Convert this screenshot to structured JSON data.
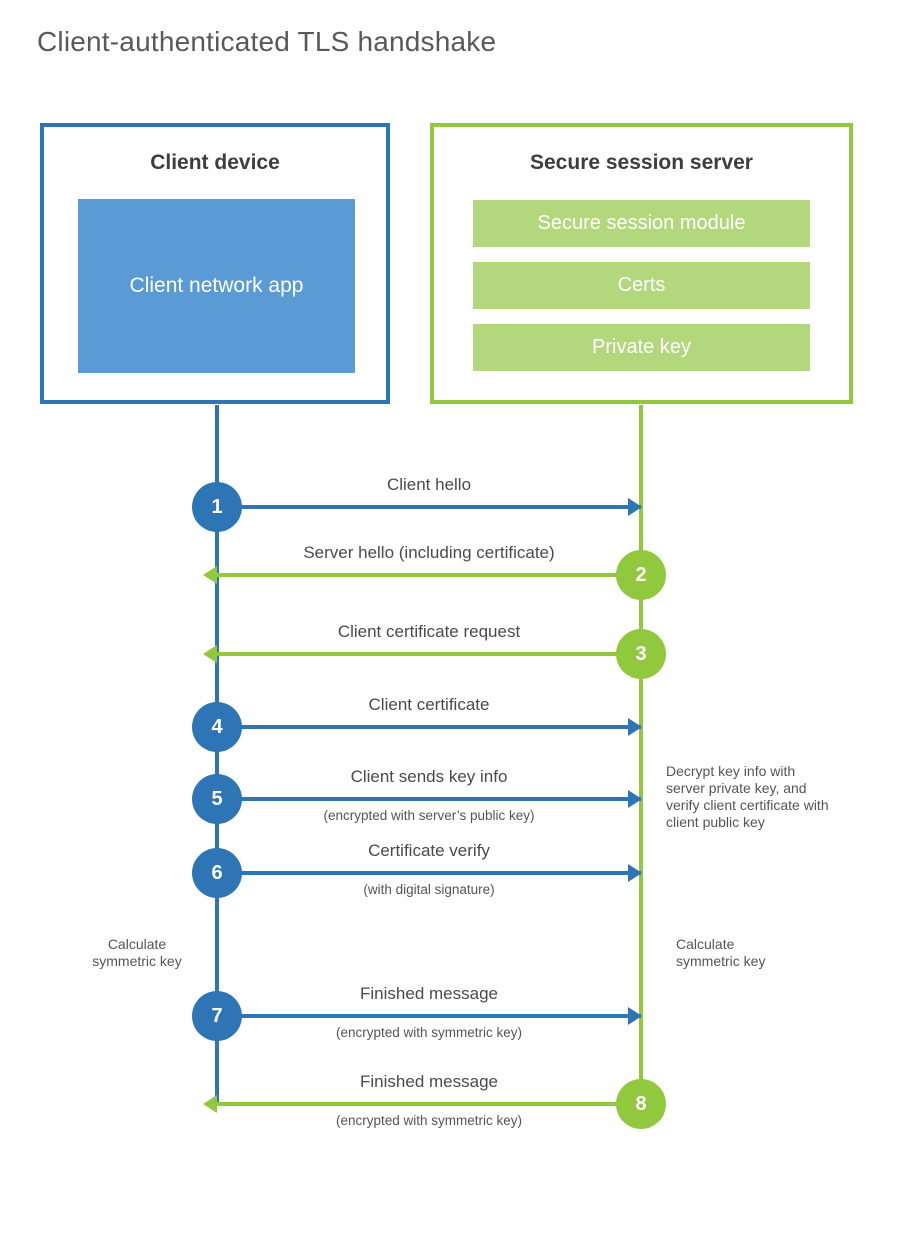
{
  "title": "Client-authenticated TLS handshake",
  "client": {
    "title": "Client device",
    "app_label": "Client network app"
  },
  "server": {
    "title": "Secure session server",
    "modules": [
      "Secure session module",
      "Certs",
      "Private key"
    ]
  },
  "messages": [
    {
      "num": "1",
      "from": "client",
      "label": "Client hello"
    },
    {
      "num": "2",
      "from": "server",
      "label": "Server hello (including certificate)"
    },
    {
      "num": "3",
      "from": "server",
      "label": "Client certificate request"
    },
    {
      "num": "4",
      "from": "client",
      "label": "Client certificate"
    },
    {
      "num": "5",
      "from": "client",
      "label": "Client sends key info",
      "sub": "(encrypted with server’s public key)"
    },
    {
      "num": "6",
      "from": "client",
      "label": "Certificate verify",
      "sub": "(with digital signature)"
    },
    {
      "num": "7",
      "from": "client",
      "label": "Finished message",
      "sub": "(encrypted with symmetric key)"
    },
    {
      "num": "8",
      "from": "server",
      "label": "Finished message",
      "sub": "(encrypted with symmetric key)"
    }
  ],
  "annotations": {
    "decrypt_note": "Decrypt key info with server private key, and verify client certificate with client public key",
    "calculate_left": "Calculate symmetric key",
    "calculate_right": "Calculate symmetric key"
  },
  "colors": {
    "client_primary": "#2e75b6",
    "client_fill": "#5b9bd5",
    "server_primary": "#92c83e",
    "server_fill": "#b3d77c",
    "title_text": "#595959",
    "label_text": "#4a4a4a"
  }
}
